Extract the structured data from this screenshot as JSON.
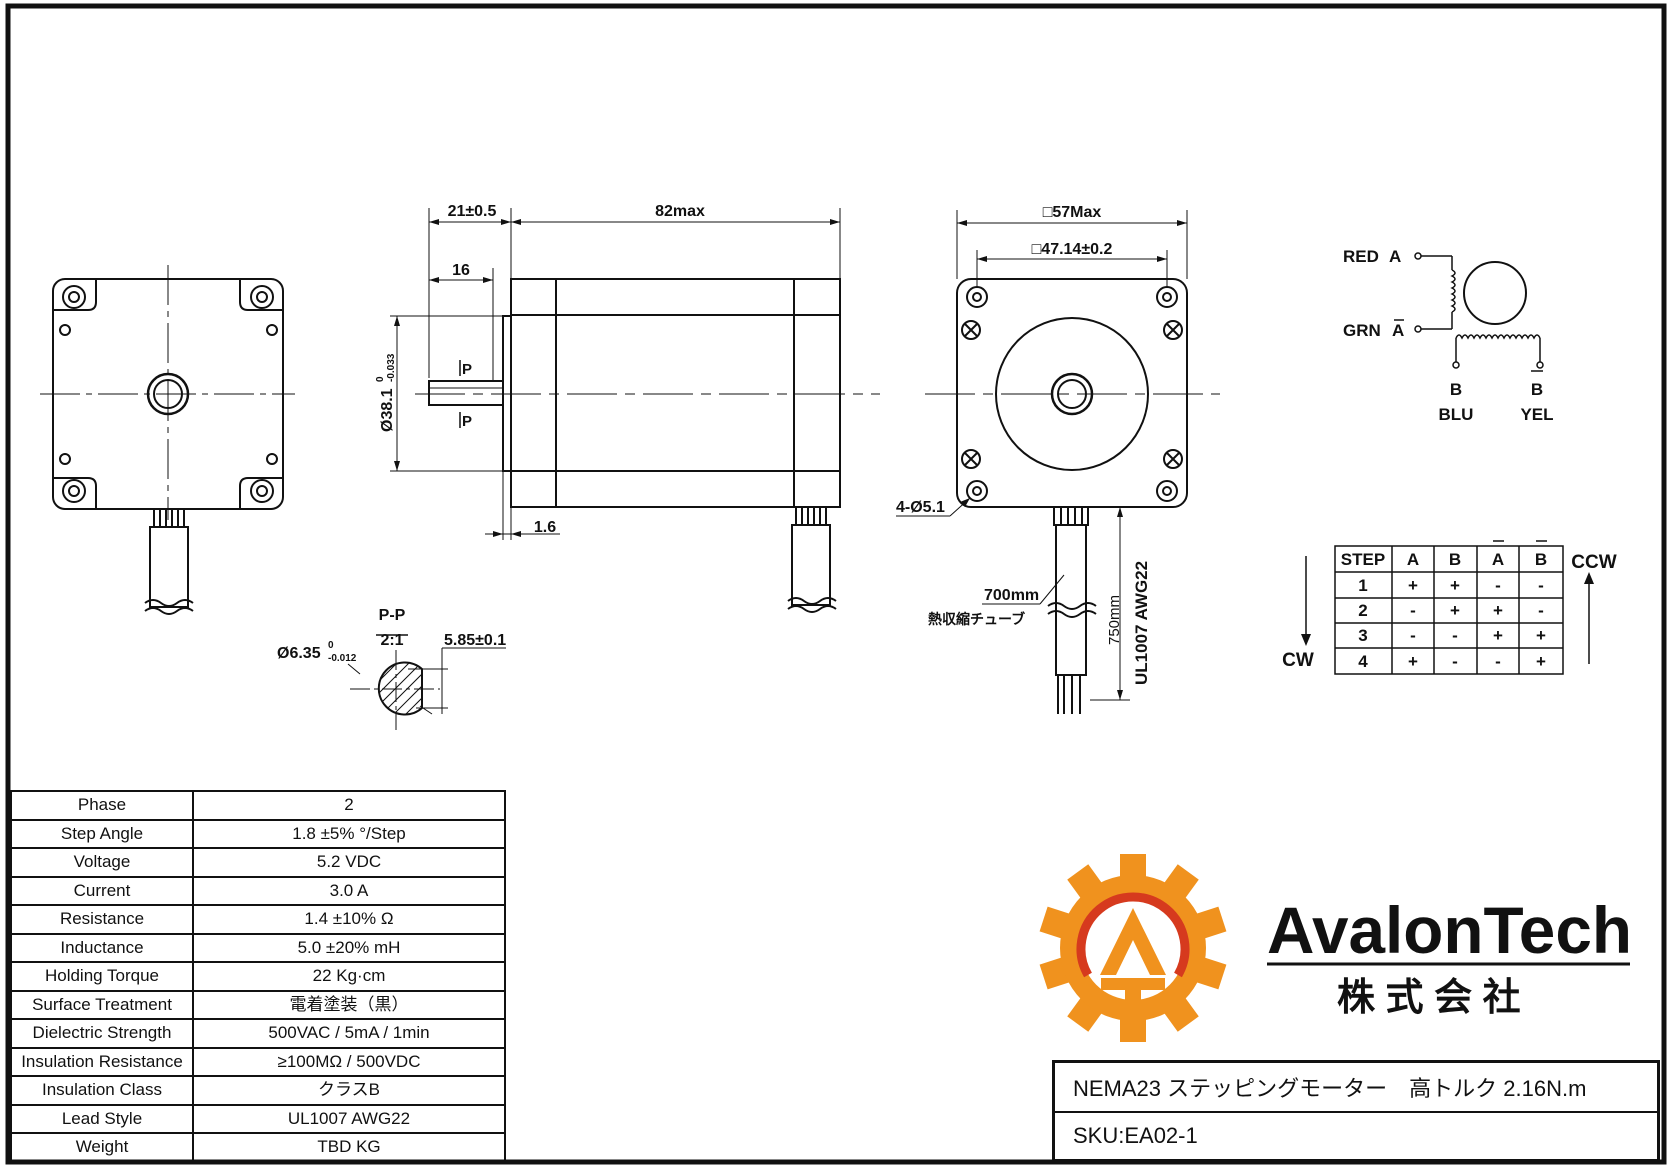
{
  "dimensions": {
    "flange_length": "21±0.5",
    "body_length": "82max",
    "shaft_flat_length": "16",
    "shaft_section_mark": "P",
    "boss_diameter": "Ø38.1",
    "boss_tol_upper": "0",
    "boss_tol_lower": "-0.033",
    "boss_thickness": "1.6",
    "frame_size": "□57Max",
    "hole_pitch": "□47.14±0.2",
    "mount_holes": "4-Ø5.1",
    "heat_shrink_length": "700mm",
    "heat_shrink_label": "熱収縮チューブ",
    "lead_length": "750mm",
    "lead_wire": "UL1007  AWG22",
    "section_title": "P-P",
    "section_scale": "2:1",
    "shaft_diameter": "Ø6.35",
    "shaft_tol_upper": "0",
    "shaft_tol_lower": "-0.012",
    "flat_depth": "5.85±0.1"
  },
  "wiring": {
    "red_label": "RED",
    "a_label": "A",
    "grn_label": "GRN",
    "a_bar_label": "A",
    "b_label": "B",
    "b_bar_label": "B",
    "blu_label": "BLU",
    "yel_label": "YEL"
  },
  "step_table": {
    "headers": [
      "STEP",
      "A",
      "B",
      "A",
      "B"
    ],
    "rows": [
      [
        "1",
        "+",
        "+",
        "-",
        "-"
      ],
      [
        "2",
        "-",
        "+",
        "+",
        "-"
      ],
      [
        "3",
        "-",
        "-",
        "+",
        "+"
      ],
      [
        "4",
        "+",
        "-",
        "-",
        "+"
      ]
    ],
    "cw_label": "CW",
    "ccw_label": "CCW"
  },
  "specs": [
    {
      "label": "Phase",
      "value": "2"
    },
    {
      "label": "Step Angle",
      "value": "1.8 ±5% °/Step"
    },
    {
      "label": "Voltage",
      "value": "5.2 VDC"
    },
    {
      "label": "Current",
      "value": "3.0 A"
    },
    {
      "label": "Resistance",
      "value": "1.4 ±10% Ω"
    },
    {
      "label": "Inductance",
      "value": "5.0 ±20% mH"
    },
    {
      "label": "Holding Torque",
      "value": "22 Kg·cm"
    },
    {
      "label": "Surface Treatment",
      "value": "電着塗装（黒）"
    },
    {
      "label": "Dielectric Strength",
      "value": "500VAC / 5mA / 1min"
    },
    {
      "label": "Insulation Resistance",
      "value": "≥100MΩ / 500VDC"
    },
    {
      "label": "Insulation Class",
      "value": "クラスB"
    },
    {
      "label": "Lead Style",
      "value": "UL1007 AWG22"
    },
    {
      "label": "Weight",
      "value": "TBD KG"
    }
  ],
  "logo": {
    "name": "AvalonTech",
    "subtitle": "株 式 会 社",
    "gear_color": "#f0921e",
    "arc_color": "#d63a1e"
  },
  "title_block": {
    "product": "NEMA23 ステッピングモーター　高トルク 2.16N.m",
    "sku": "SKU:EA02-1"
  }
}
